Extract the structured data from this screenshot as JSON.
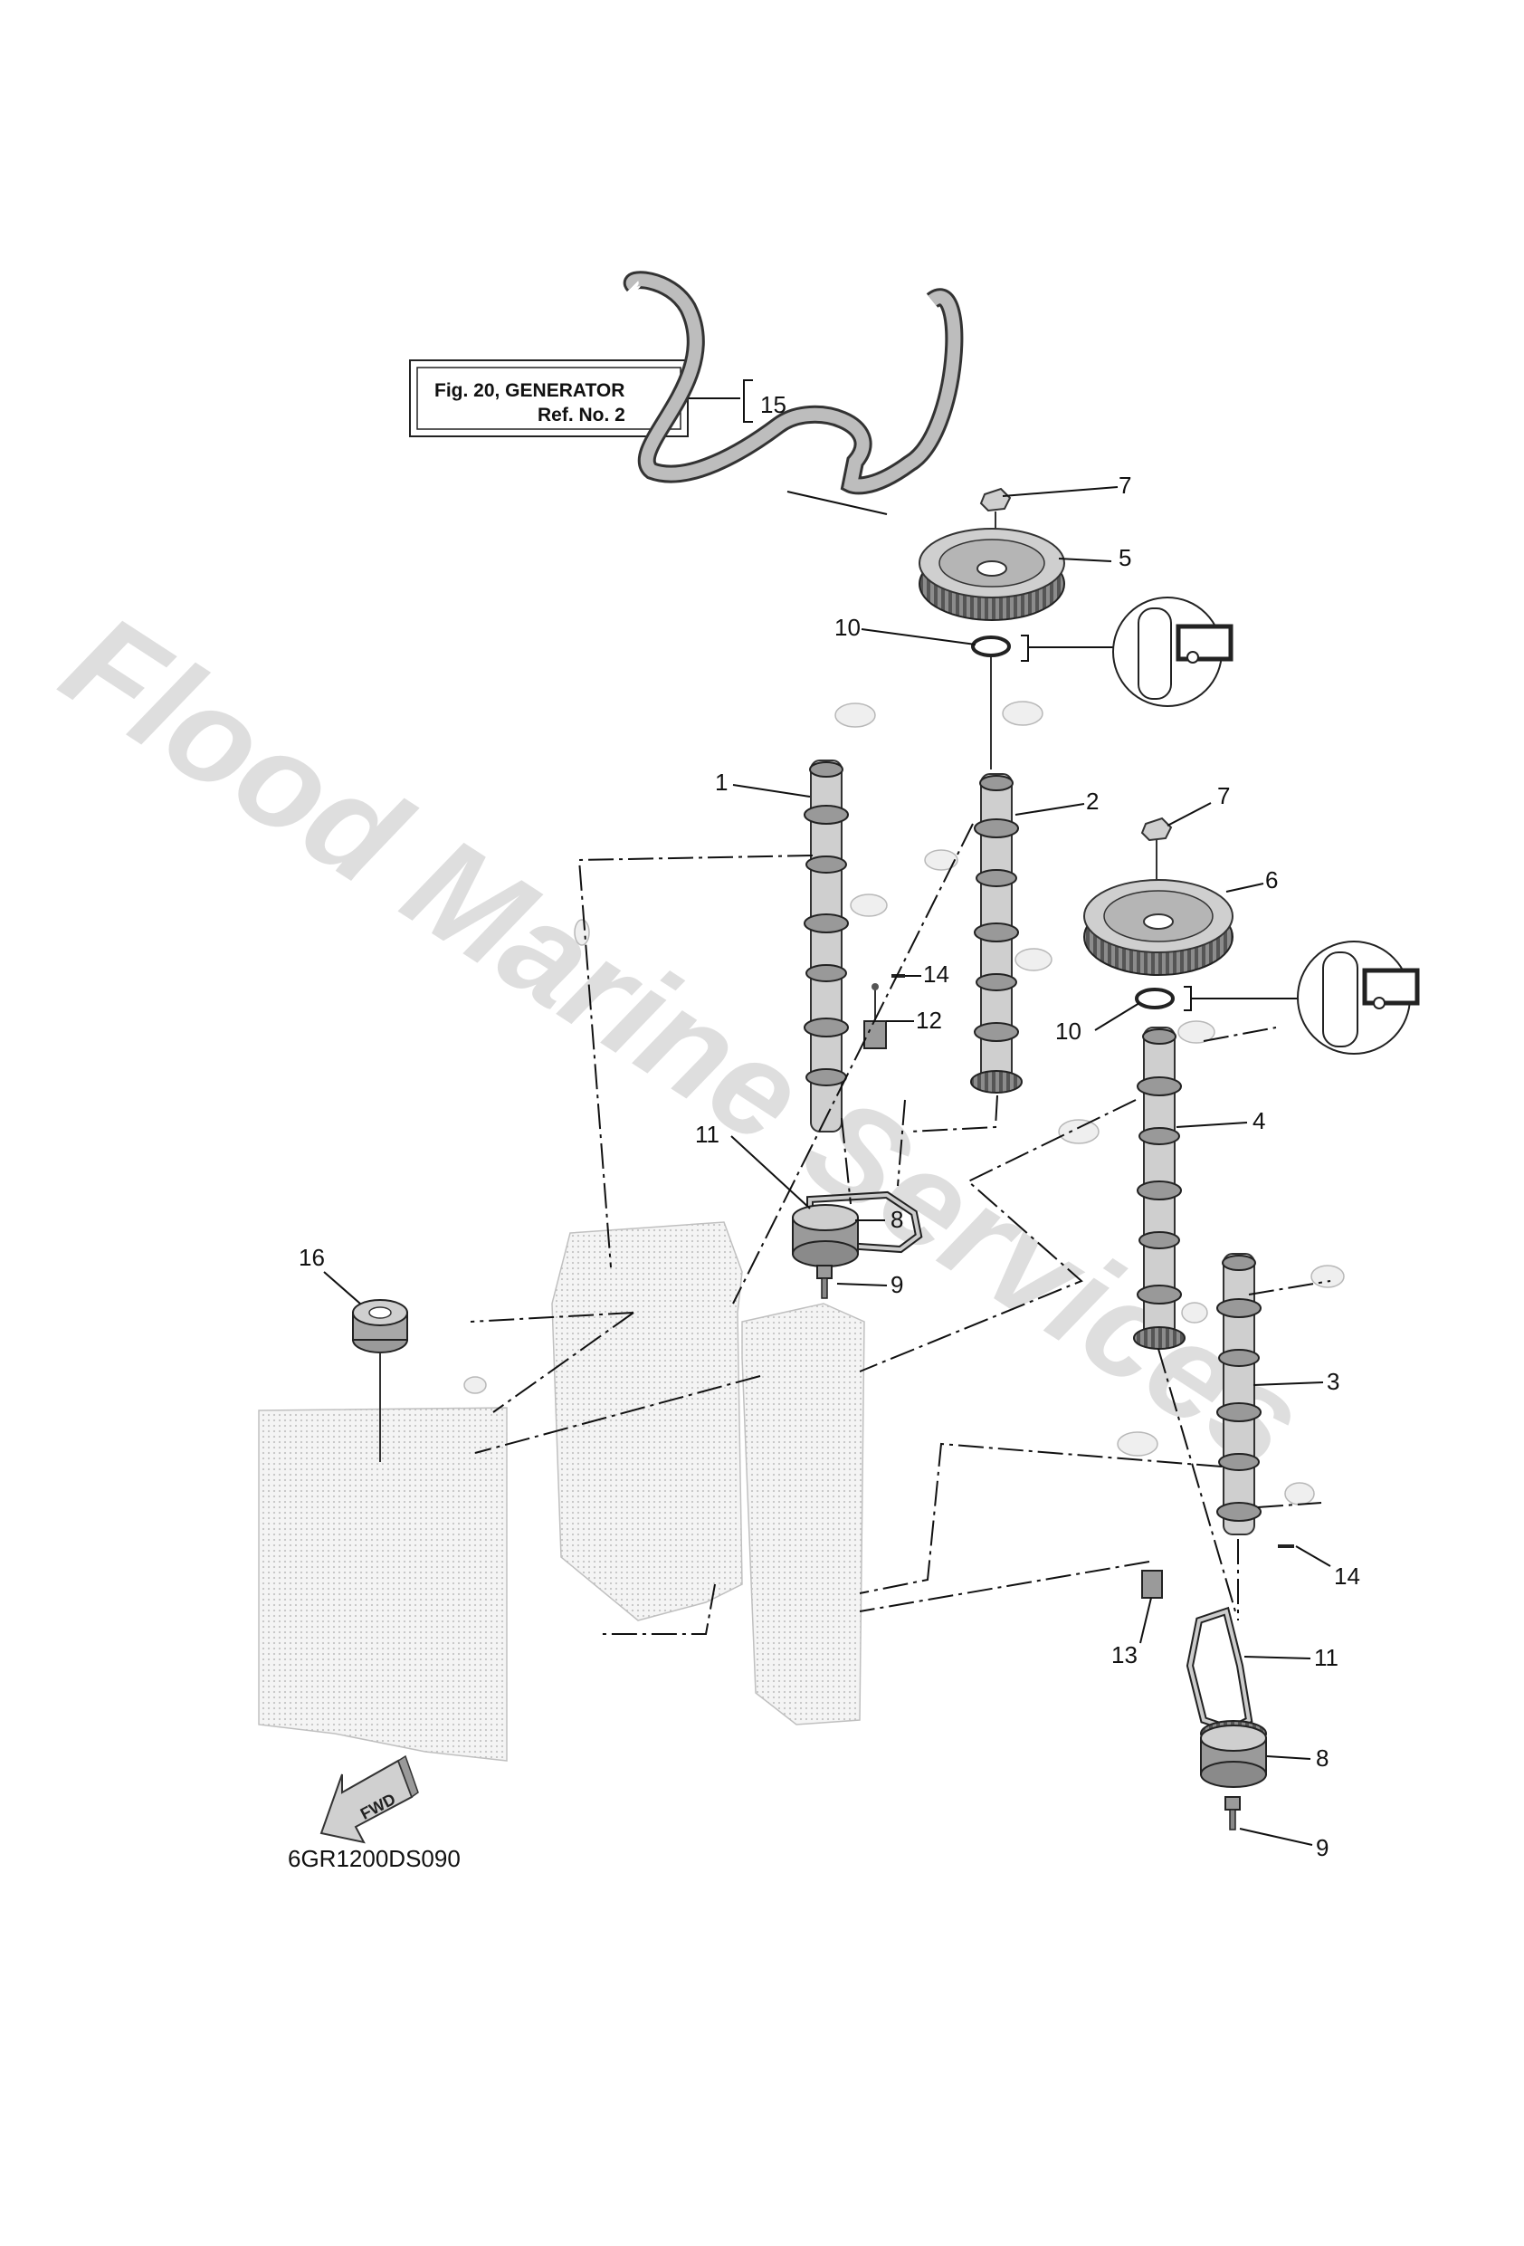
{
  "watermark": "Flood Marine Services",
  "reference_box": {
    "line1": "Fig. 20, GENERATOR",
    "line2": "Ref. No. 2"
  },
  "diagram_code": "6GR1200DS090",
  "fwd_label": "FWD",
  "callouts": {
    "c1": "1",
    "c2": "2",
    "c3": "3",
    "c4": "4",
    "c5": "5",
    "c6": "6",
    "c7a": "7",
    "c7b": "7",
    "c8a": "8",
    "c8b": "8",
    "c9a": "9",
    "c9b": "9",
    "c10a": "10",
    "c10b": "10",
    "c11a": "11",
    "c11b": "11",
    "c12": "12",
    "c13": "13",
    "c14a": "14",
    "c14b": "14",
    "c15": "15",
    "c16": "16"
  }
}
